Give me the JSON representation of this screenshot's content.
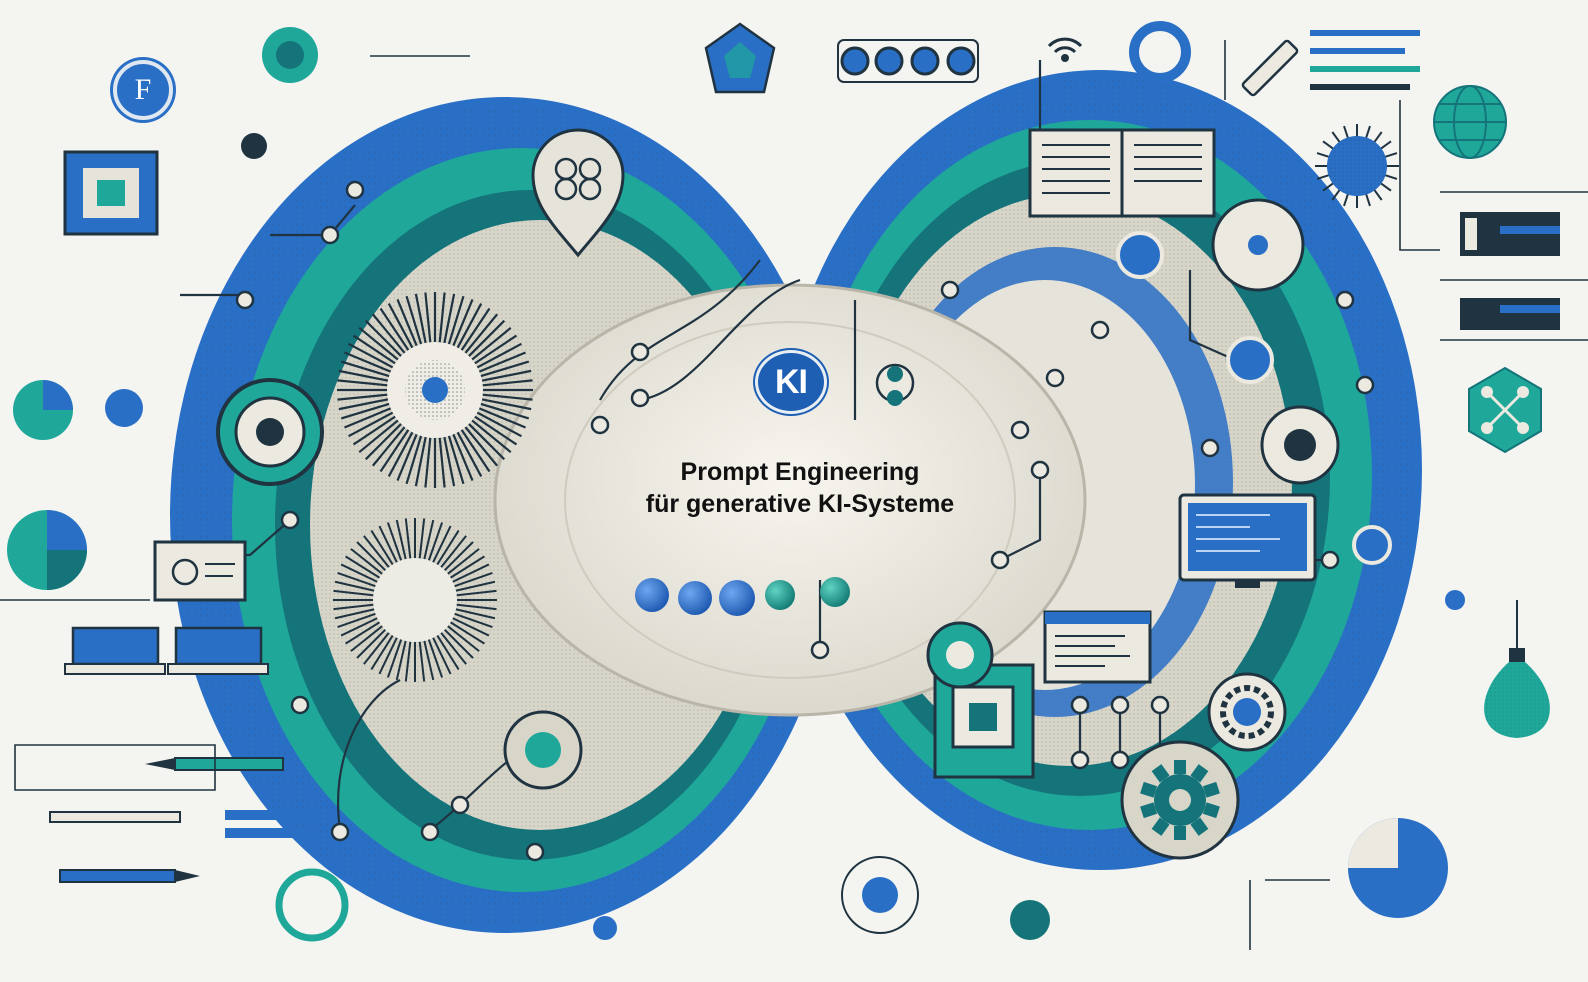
{
  "title": {
    "line1": "Prompt Engineering",
    "line2": "für generative KI-Systeme"
  },
  "badge": {
    "label": "KI"
  },
  "small_badge": {
    "label": "F"
  },
  "colors": {
    "background": "#f4f4f1",
    "blue": "#2a6fc6",
    "deep_blue": "#1e5fb4",
    "teal": "#1fa89a",
    "dark_teal": "#14747a",
    "cream": "#ebe9e0",
    "ink": "#1f3340"
  },
  "icons": [
    "infinity-loop-icon",
    "sunburst-icon",
    "open-book-icon",
    "gear-icon",
    "laptop-icon",
    "monitor-icon",
    "pencil-icon",
    "light-bulb-icon",
    "wifi-icon",
    "globe-icon",
    "virus-icon",
    "pie-chart-icon",
    "chip-icon",
    "network-node-icon"
  ]
}
